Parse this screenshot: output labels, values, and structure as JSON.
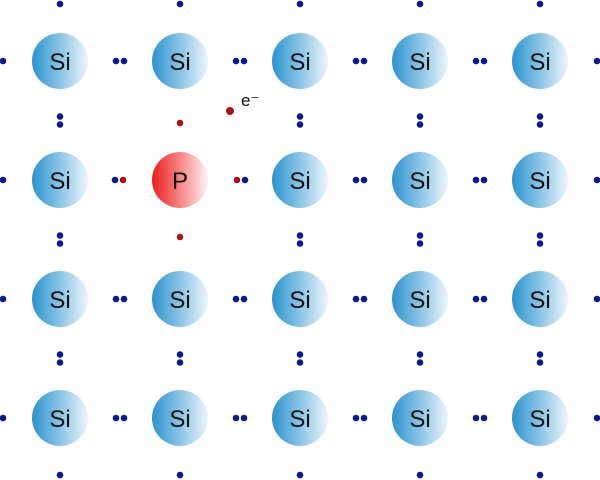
{
  "lattice": {
    "columns": 5,
    "rows": 4,
    "host_label": "Si",
    "dopant_label": "P",
    "dopant_position": {
      "row": 1,
      "col": 1
    }
  },
  "free_electron": {
    "label": "e⁻"
  },
  "colors": {
    "host_light": "#eaf5fb",
    "host_dark": "#2b93cf",
    "dopant_light": "#fff1f1",
    "dopant_dark": "#ee1b1b",
    "host_electron": "#0a1a8c",
    "dopant_electron": "#b00d14"
  }
}
